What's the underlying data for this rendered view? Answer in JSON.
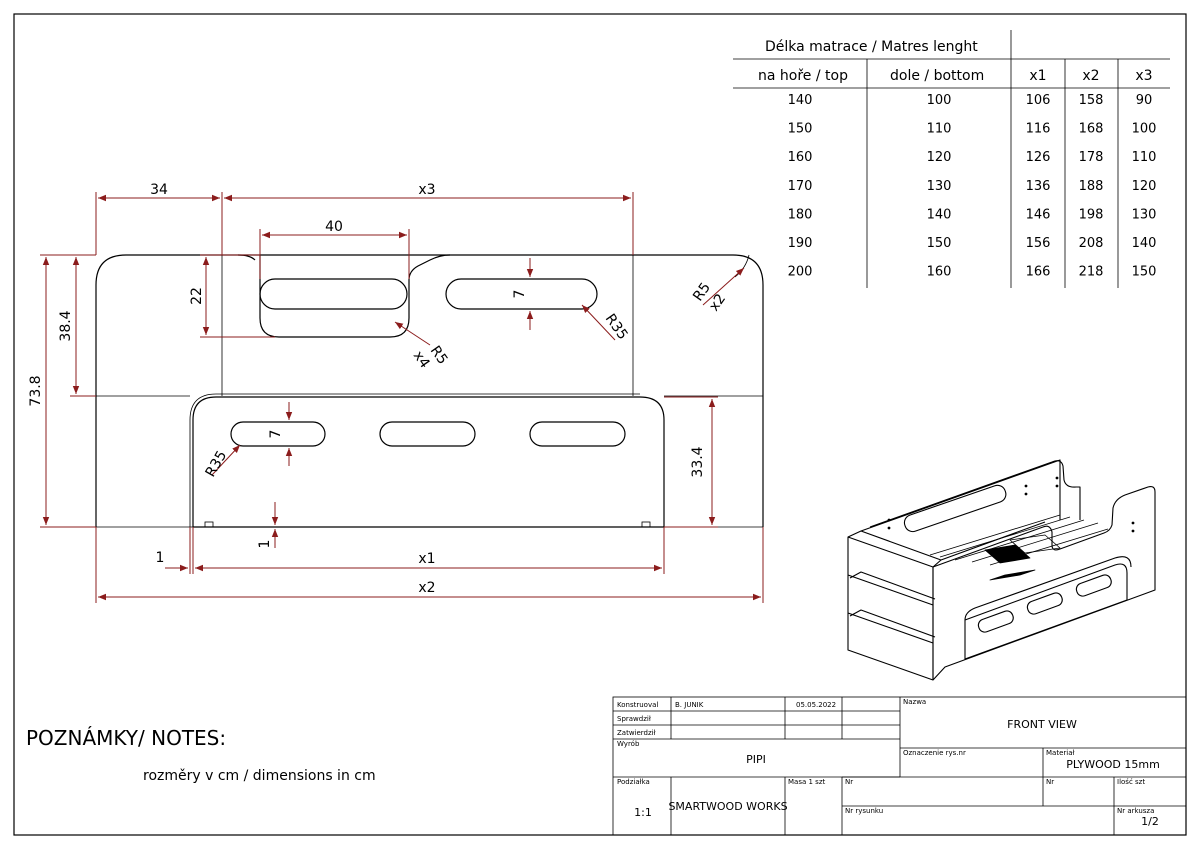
{
  "table": {
    "title": "Délka matrace  / Matres lenght",
    "headers": [
      "na hoře  / top",
      "dole   / bottom",
      "x1",
      "x2",
      "x3"
    ],
    "rows": [
      [
        "140",
        "100",
        "106",
        "158",
        "90"
      ],
      [
        "150",
        "110",
        "116",
        "168",
        "100"
      ],
      [
        "160",
        "120",
        "126",
        "178",
        "110"
      ],
      [
        "170",
        "130",
        "136",
        "188",
        "120"
      ],
      [
        "180",
        "140",
        "146",
        "198",
        "130"
      ],
      [
        "190",
        "150",
        "156",
        "208",
        "140"
      ],
      [
        "200",
        "160",
        "166",
        "218",
        "150"
      ]
    ]
  },
  "dimensions": {
    "d34": "34",
    "dx3": "x3",
    "d40": "40",
    "d22": "22",
    "d38_4": "38.4",
    "d73_8": "73.8",
    "d7_top": "7",
    "d7_bottom": "7",
    "r5x4": "R5",
    "r5x4_count": "x4",
    "r35_top": "R35",
    "r5x2": "R5",
    "r5x2_count": "x2",
    "r35_bottom": "R35",
    "d33_4": "33.4",
    "d1_left": "1",
    "d1_bottom": "1",
    "dx1": "x1",
    "dx2": "x2"
  },
  "notes": {
    "title": "POZNÁMKY/ NOTES:",
    "text": "rozměry v cm  / dimensions in cm"
  },
  "title_block": {
    "konstruoval_label": "Konstruoval",
    "konstruoval_name": "B. JUNIK",
    "konstruoval_date": "05.05.2022",
    "sprawdzil_label": "Sprawdził",
    "zatwierdzil_label": "Zatwierdził",
    "nazwa_label": "Nazwa",
    "nazwa_value": "FRONT VIEW",
    "wyrob_label": "Wyrób",
    "wyrob_value": "PIPI",
    "material_label": "Materiał",
    "material_value": "PLYWOOD 15mm",
    "podzialka_label": "Podziałka",
    "podzialka_value": "1:1",
    "company": "SMARTWOOD WORKS",
    "arkusz_value": "1/2",
    "sheet_label": "Nr rysunku",
    "small1": "Oznaczenie rys.nr",
    "small2": "Nr",
    "small3": "Nr",
    "small4": "Masa 1 szt",
    "small5": "Ilość szt",
    "small6": "Nr",
    "small7": "Nr arkusza"
  }
}
